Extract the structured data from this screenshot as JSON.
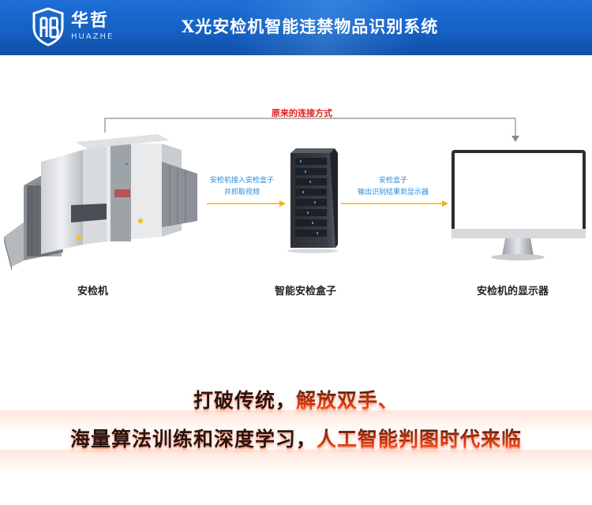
{
  "header": {
    "logo_cn": "华哲",
    "logo_en": "HUAZHE",
    "title": "X光安检机智能违禁物品识别系统"
  },
  "diagram": {
    "original_connection_label": "原来的连接方式",
    "devices": {
      "xray_machine": "安检机",
      "smart_box": "智能安检盒子",
      "monitor": "安检机的显示器"
    },
    "arrow1": {
      "line1": "安检机接入安检盒子",
      "line2": "并抓取视频"
    },
    "arrow2": {
      "line1": "安检盒子",
      "line2": "输出识别结果到显示器"
    }
  },
  "slogan": {
    "line1_a": "打破传统，",
    "line1_b": "解放双手、",
    "line2_a": "海量算法训练和深度学习，",
    "line2_b": "人工智能判图时代来临"
  },
  "colors": {
    "header_blue": "#1561c4",
    "label_red": "#e01e1e",
    "arrow_label_blue": "#2a8ad8",
    "arrow_yellow": "#f2b21a"
  }
}
